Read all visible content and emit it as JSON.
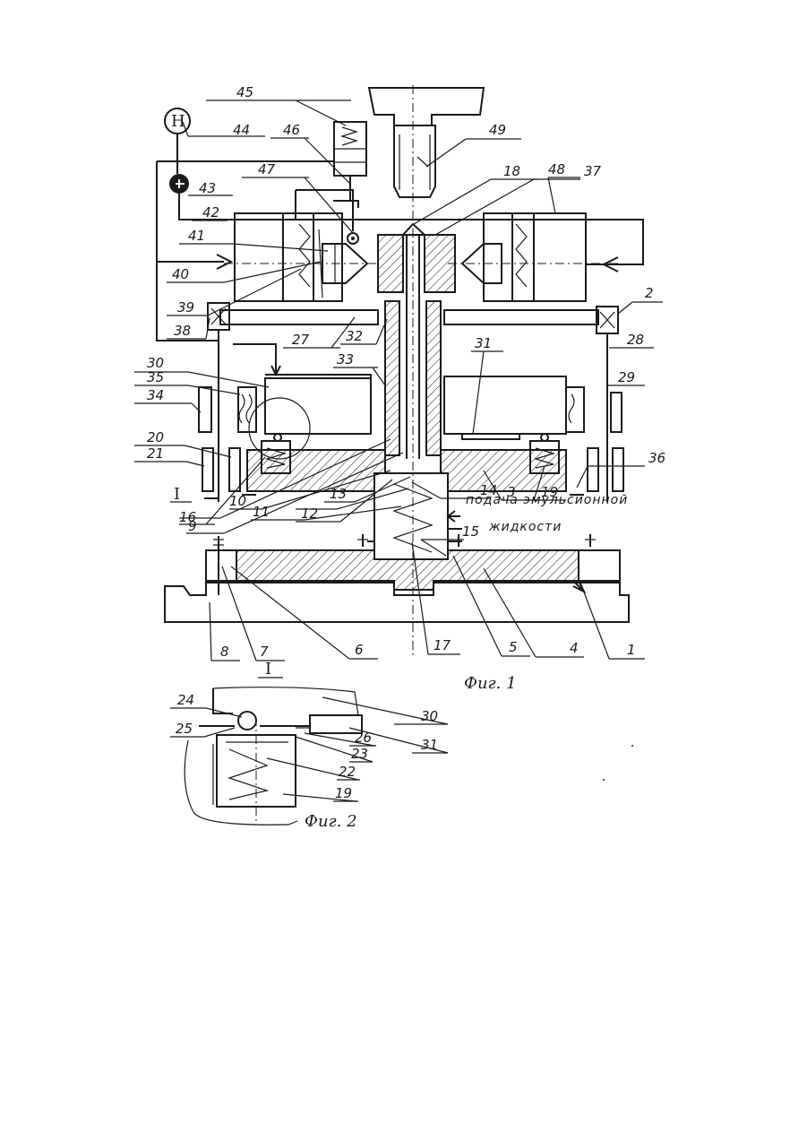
{
  "labels": {
    "n1": "1",
    "n2": "2",
    "n3": "3",
    "n4": "4",
    "n5": "5",
    "n6": "6",
    "n7": "7",
    "n8": "8",
    "n9": "9",
    "n10": "10",
    "n11": "11",
    "n12": "12",
    "n13": "13",
    "n14": "14",
    "n15": "15",
    "n16": "16",
    "n17": "17",
    "n18": "18",
    "n19": "19",
    "n20": "20",
    "n21": "21",
    "n22": "22",
    "n23": "23",
    "n24": "24",
    "n25": "25",
    "n26": "26",
    "n27": "27",
    "n28": "28",
    "n29": "29",
    "n30": "30",
    "n31": "31",
    "n32": "32",
    "n33": "33",
    "n34": "34",
    "n35": "35",
    "n36": "36",
    "n37": "37",
    "n38": "38",
    "n39": "39",
    "n40": "40",
    "n41": "41",
    "n42": "42",
    "n43": "43",
    "n44": "44",
    "n45": "45",
    "n46": "46",
    "n47": "47",
    "n48": "48",
    "n49": "49"
  },
  "notes": {
    "feed_line1": "подача эмульсионной",
    "feed_line2": "жидкости",
    "detail_mark": "I",
    "detail_title": "I",
    "pump_symbol": "H"
  },
  "captions": {
    "fig1": "Фиг. 1",
    "fig2": "Фиг. 2"
  }
}
